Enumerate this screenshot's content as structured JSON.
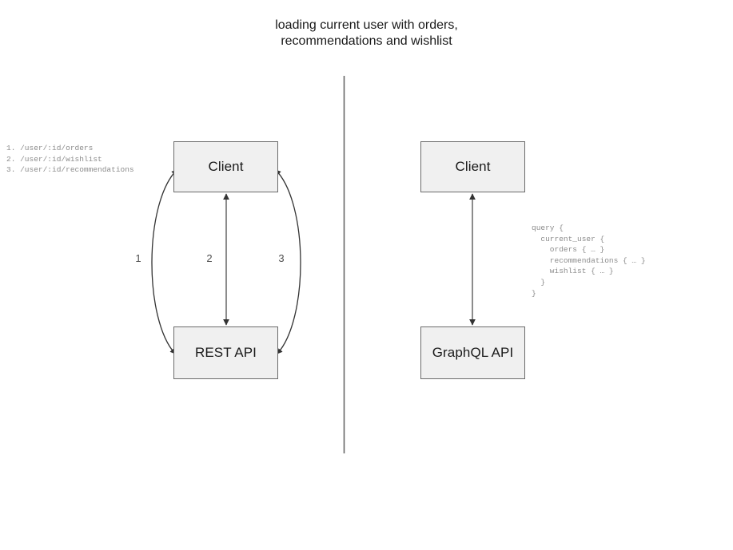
{
  "diagram": {
    "title": "loading current user with orders,\nrecommendations and wishlist",
    "divider_color": "#666666",
    "node_fill": "#f0f0f0",
    "node_stroke": "#6b6b6b",
    "connector_color": "#333333",
    "code_color": "#8c8c8c"
  },
  "rest_side": {
    "endpoints_text": "1. /user/:id/orders\n2. /user/:id/wishlist\n3. /user/:id/recommendations",
    "endpoints": [
      {
        "number": "1.",
        "path": "/user/:id/orders"
      },
      {
        "number": "2.",
        "path": "/user/:id/wishlist"
      },
      {
        "number": "3.",
        "path": "/user/:id/recommendations"
      }
    ],
    "client_label": "Client",
    "api_label": "REST API",
    "edge_labels": [
      "1",
      "2",
      "3"
    ]
  },
  "graphql_side": {
    "client_label": "Client",
    "api_label": "GraphQL API",
    "query_text": "query {\n  current_user {\n    orders { … }\n    recommendations { … }\n    wishlist { … }\n  }\n}",
    "query_lines": [
      "query {",
      "  current_user {",
      "    orders { … }",
      "    recommendations { … }",
      "    wishlist { … }",
      "  }",
      "}"
    ]
  }
}
